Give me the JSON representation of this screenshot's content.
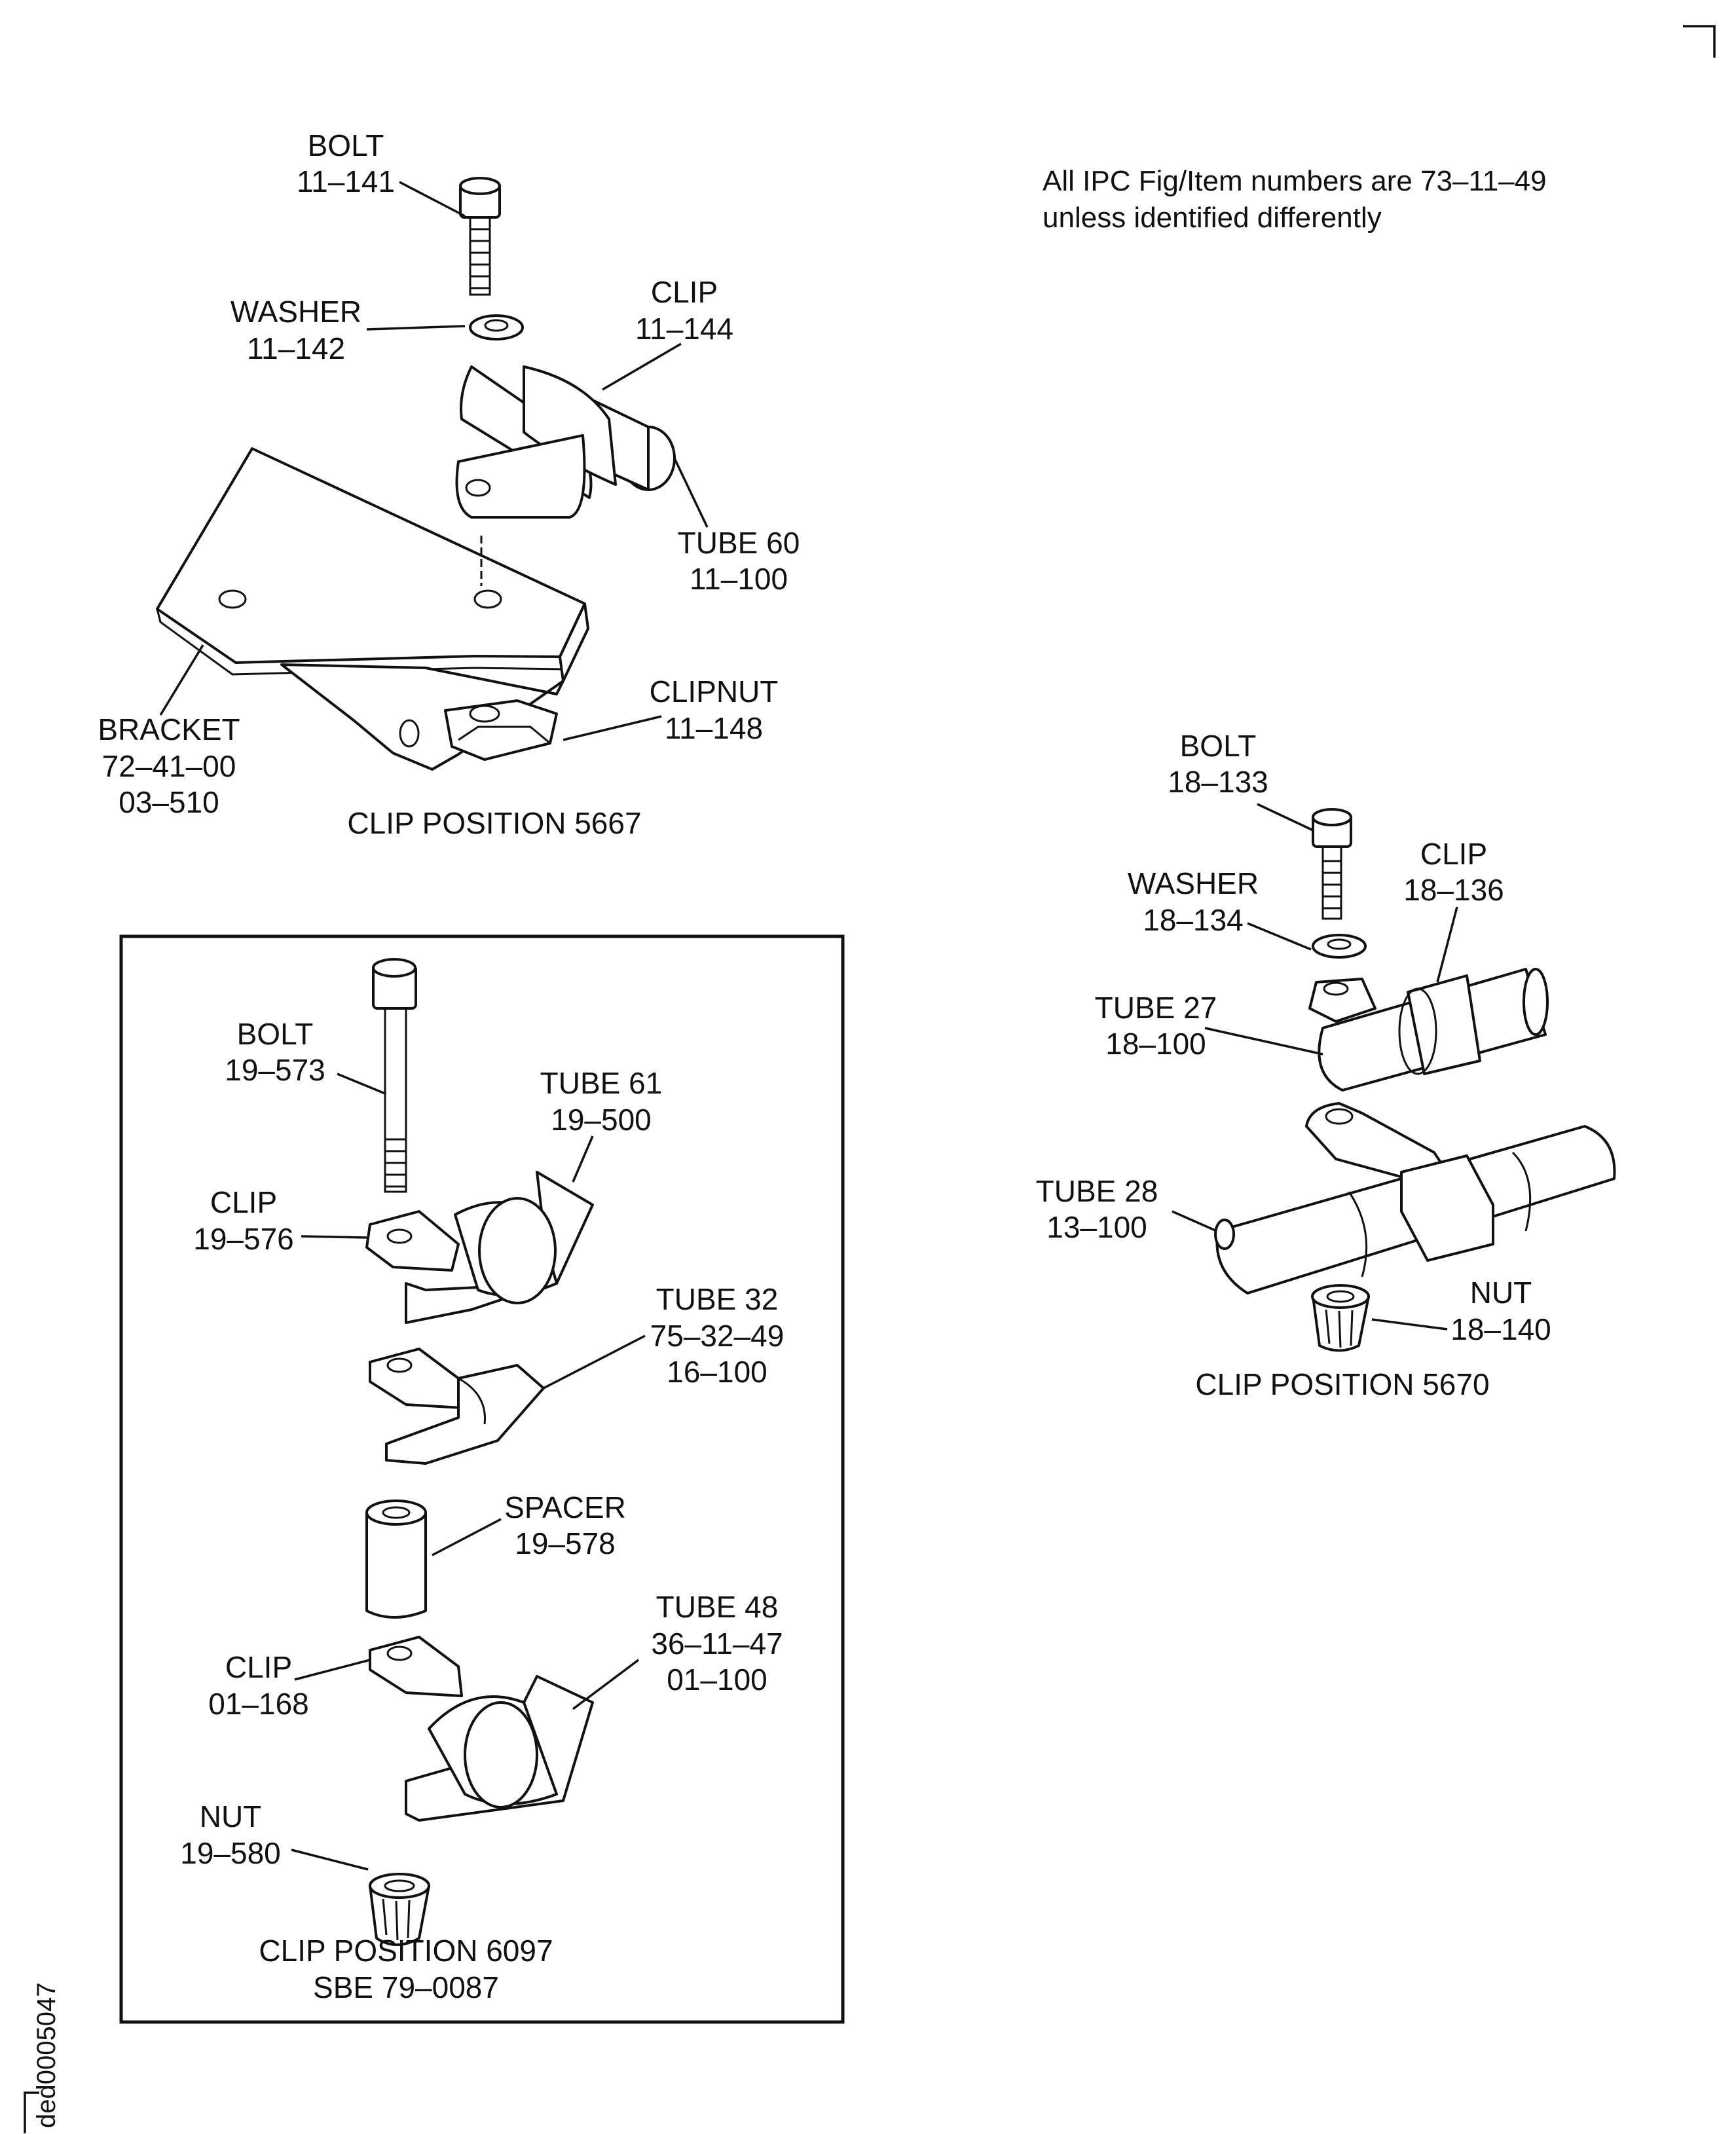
{
  "note": {
    "line1": "All IPC Fig/Item numbers are 73–11–49",
    "line2": "unless identified differently"
  },
  "figure_id": "ded0005047",
  "positions": {
    "p5667": {
      "caption": "CLIP POSITION 5667",
      "labels": {
        "bolt": [
          "BOLT",
          "11–141"
        ],
        "washer": [
          "WASHER",
          "11–142"
        ],
        "clip": [
          "CLIP",
          "11–144"
        ],
        "tube": [
          "TUBE 60",
          "11–100"
        ],
        "bracket": [
          "BRACKET",
          "72–41–00",
          "03–510"
        ],
        "clipnut": [
          "CLIPNUT",
          "11–148"
        ]
      }
    },
    "p6097": {
      "caption": [
        "CLIP POSITION 6097",
        "SBE 79–0087"
      ],
      "labels": {
        "bolt": [
          "BOLT",
          "19–573"
        ],
        "tube61": [
          "TUBE 61",
          "19–500"
        ],
        "clip1": [
          "CLIP",
          "19–576"
        ],
        "tube32": [
          "TUBE 32",
          "75–32–49",
          "16–100"
        ],
        "spacer": [
          "SPACER",
          "19–578"
        ],
        "tube48": [
          "TUBE 48",
          "36–11–47",
          "01–100"
        ],
        "clip2": [
          "CLIP",
          "01–168"
        ],
        "nut": [
          "NUT",
          "19–580"
        ]
      }
    },
    "p5670": {
      "caption": "CLIP POSITION 5670",
      "labels": {
        "bolt": [
          "BOLT",
          "18–133"
        ],
        "washer": [
          "WASHER",
          "18–134"
        ],
        "clip": [
          "CLIP",
          "18–136"
        ],
        "tube27": [
          "TUBE 27",
          "18–100"
        ],
        "tube28": [
          "TUBE 28",
          "13–100"
        ],
        "nut": [
          "NUT",
          "18–140"
        ]
      }
    }
  }
}
